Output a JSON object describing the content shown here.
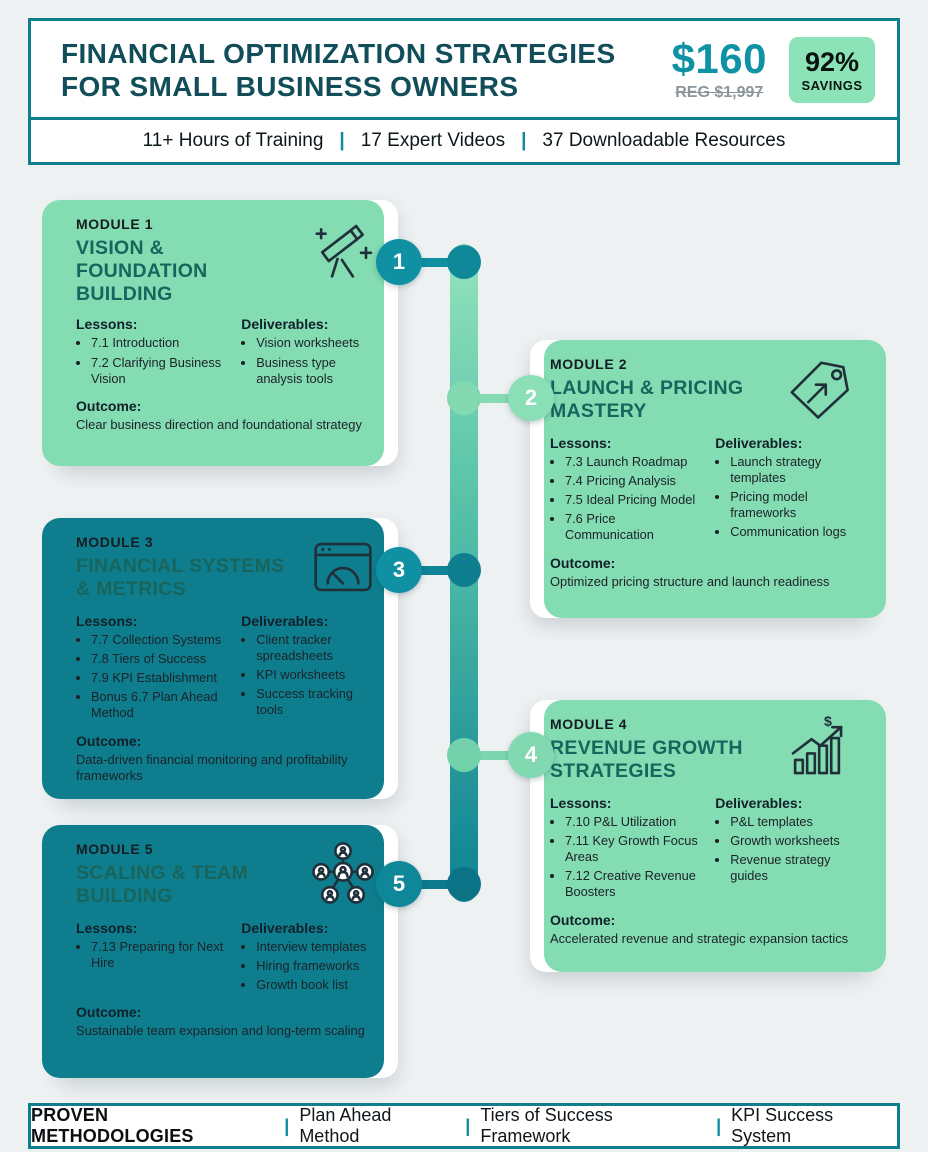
{
  "header": {
    "title_line1": "FINANCIAL OPTIMIZATION STRATEGIES",
    "title_line2": "FOR SMALL BUSINESS OWNERS",
    "price": "$160",
    "reg_price": "REG $1,997",
    "savings_percent": "92%",
    "savings_label": "SAVINGS",
    "divider": "|",
    "stats": [
      "11+ Hours of Training",
      "17 Expert Videos",
      "37 Downloadable Resources"
    ]
  },
  "sections": {
    "lessons_label": "Lessons:",
    "deliverables_label": "Deliverables:",
    "outcome_label": "Outcome:"
  },
  "modules": [
    {
      "number": "1",
      "label": "MODULE 1",
      "title": "VISION & FOUNDATION BUILDING",
      "icon": "telescope-icon",
      "lessons": [
        "7.1 Introduction",
        "7.2 Clarifying Business Vision"
      ],
      "deliverables": [
        "Vision worksheets",
        "Business type analysis tools"
      ],
      "outcome": "Clear business direction and foundational strategy"
    },
    {
      "number": "2",
      "label": "MODULE 2",
      "title": "LAUNCH & PRICING MASTERY",
      "icon": "price-tag-icon",
      "lessons": [
        "7.3 Launch Roadmap",
        "7.4 Pricing Analysis",
        "7.5 Ideal Pricing Model",
        "7.6 Price Communication"
      ],
      "deliverables": [
        "Launch strategy templates",
        "Pricing model frameworks",
        "Communication logs"
      ],
      "outcome": "Optimized pricing structure and launch readiness"
    },
    {
      "number": "3",
      "label": "MODULE 3",
      "title": "FINANCIAL SYSTEMS & METRICS",
      "icon": "dashboard-gauge-icon",
      "lessons": [
        "7.7 Collection Systems",
        "7.8 Tiers of Success",
        "7.9 KPI Establishment",
        "Bonus 6.7 Plan Ahead Method"
      ],
      "deliverables": [
        "Client tracker spreadsheets",
        "KPI worksheets",
        "Success tracking tools"
      ],
      "outcome": "Data-driven financial monitoring and profitability frameworks"
    },
    {
      "number": "4",
      "label": "MODULE 4",
      "title": "REVENUE GROWTH STRATEGIES",
      "icon": "growth-chart-icon",
      "lessons": [
        "7.10 P&L Utilization",
        "7.11 Key Growth Focus Areas",
        "7.12 Creative Revenue Boosters"
      ],
      "deliverables": [
        "P&L templates",
        "Growth worksheets",
        "Revenue strategy guides"
      ],
      "outcome": "Accelerated revenue and strategic expansion tactics"
    },
    {
      "number": "5",
      "label": "MODULE 5",
      "title": "SCALING & TEAM BUILDING",
      "icon": "team-network-icon",
      "lessons": [
        "7.13 Preparing for Next Hire"
      ],
      "deliverables": [
        "Interview templates",
        "Hiring frameworks",
        "Growth book list"
      ],
      "outcome": "Sustainable team expansion and long-term scaling"
    }
  ],
  "footer": {
    "title": "PROVEN METHODOLOGIES",
    "divider": "|",
    "items": [
      "Plan Ahead Method",
      "Tiers of Success Framework",
      "KPI Success System"
    ]
  },
  "colors": {
    "border_teal": "#0f7e8d",
    "price_teal": "#0f93a4",
    "mint_accent": "#84dcb2",
    "header_title_teal": "#114e59",
    "module_title_teal": "#18655d"
  }
}
